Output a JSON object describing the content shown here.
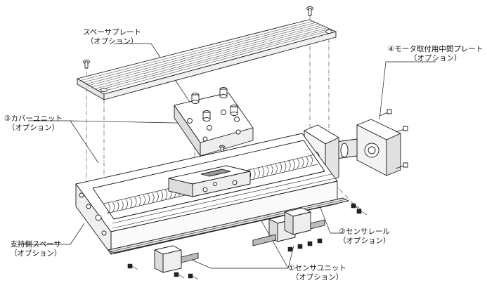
{
  "labels": {
    "spacer_plate": {
      "title": "スペーサプレート",
      "sub": "（オプション）"
    },
    "motor_plate": {
      "title": "④モータ取付用中間プレート",
      "sub": "（オプション）"
    },
    "cover_unit": {
      "title": "③カバーユニット",
      "sub": "（オプション）"
    },
    "sensor_rail": {
      "title": "②センサレール",
      "sub": "（オプション）"
    },
    "support_spacer": {
      "title": "支持側スペーサ",
      "sub": "（オプション）"
    },
    "sensor_unit": {
      "title": "①センサユニット",
      "sub": "（オプション）"
    }
  },
  "colors": {
    "line": "#1a1a1a",
    "fill": "#ffffff",
    "shade": "#cfcfcf",
    "dark": "#333333"
  }
}
